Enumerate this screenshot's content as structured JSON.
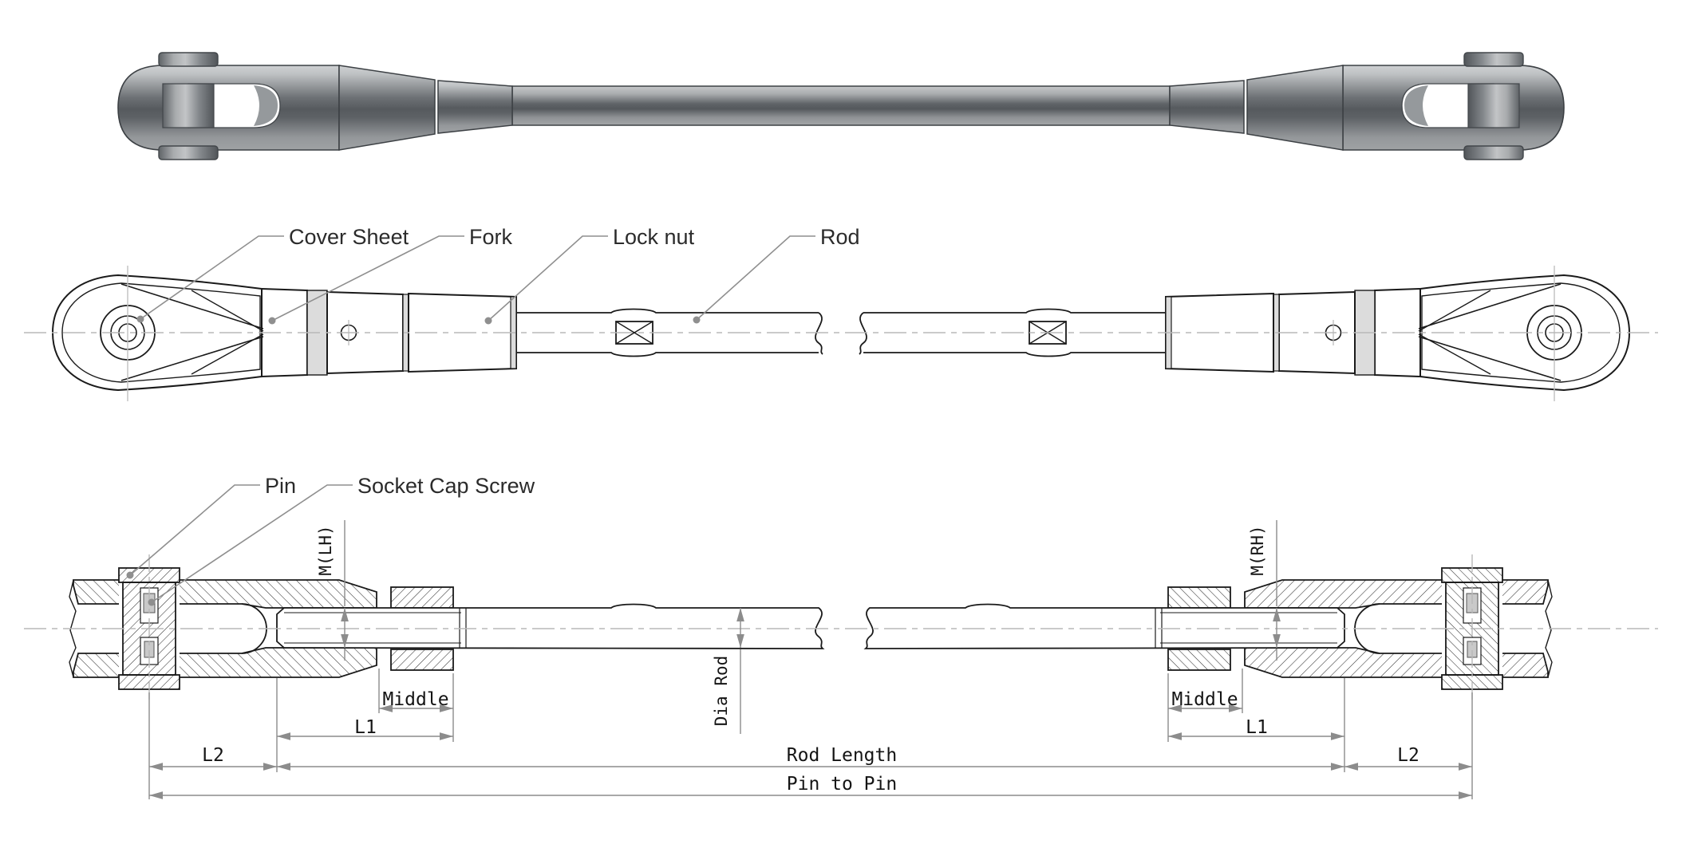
{
  "drawing_type": "technical-drawing-tie-rod-assembly",
  "views": {
    "top": "3d-render-view",
    "middle": "side-elevation-view",
    "bottom": "section-view-with-dimensions"
  },
  "labels": {
    "cover_sheet": "Cover Sheet",
    "fork": "Fork",
    "lock_nut": "Lock nut",
    "rod": "Rod",
    "pin": "Pin",
    "socket_cap_screw": "Socket Cap Screw"
  },
  "dimensions": {
    "m_lh": "M(LH)",
    "m_rh": "M(RH)",
    "middle": "Middle",
    "l1": "L1",
    "l2": "L2",
    "dia_rod": "Dia Rod",
    "rod_length": "Rod Length",
    "pin_to_pin": "Pin to Pin"
  },
  "colors": {
    "background": "#ffffff",
    "outline": "#1a1a1a",
    "hatch": "#333333",
    "dimension_lines": "#8c8c8c",
    "centerline": "#b8b8b8",
    "metal_highlight": "#cfd1d3",
    "metal_dark": "#565a5e",
    "metal_mid": "#94979a"
  }
}
